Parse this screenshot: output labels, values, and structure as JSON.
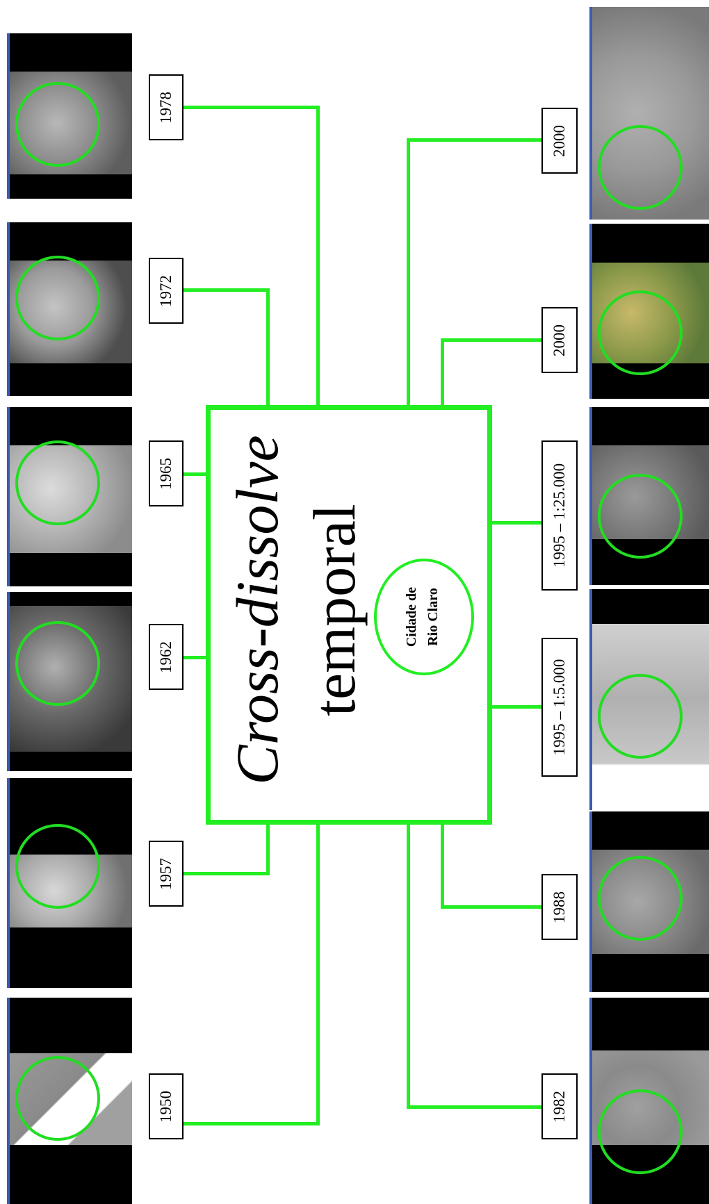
{
  "title": {
    "line1": "Cross-dissolve",
    "line2": "temporal"
  },
  "city": {
    "line1": "Cidade de",
    "line2": "Rio Claro"
  },
  "left_years": [
    "1978",
    "1972",
    "1965",
    "1962",
    "1957",
    "1950"
  ],
  "right_years": [
    "2000",
    "2000",
    "1995 – 1:25.000",
    "1995 – 1:5.000",
    "1988",
    "1982"
  ],
  "colors": {
    "connector": "#22ee22",
    "circle": "#22dd22",
    "frame_border": "#000000"
  }
}
